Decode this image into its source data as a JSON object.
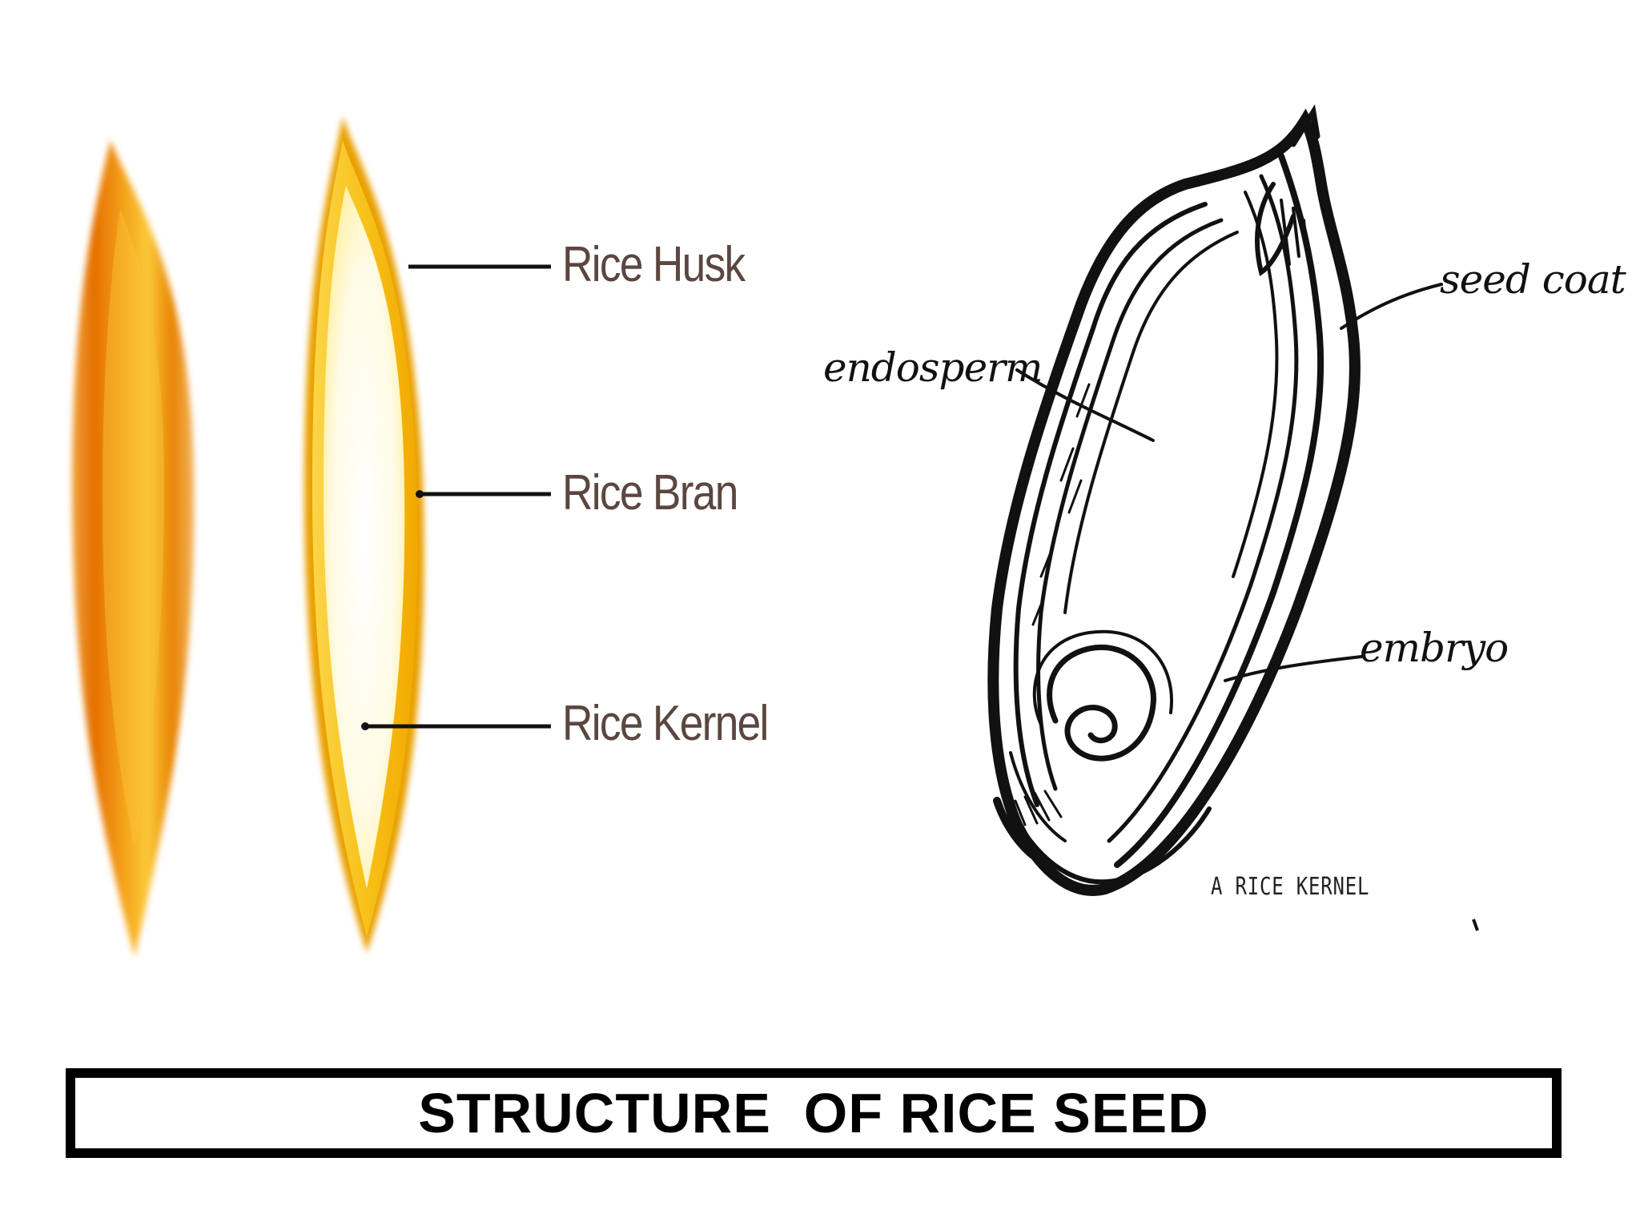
{
  "title": "STRUCTURE  OF RICE SEED",
  "left_diagram": {
    "labels": {
      "husk": "Rice Husk",
      "bran": "Rice Bran",
      "kernel": "Rice Kernel"
    },
    "colors": {
      "husk_outer": "#e07a00",
      "husk_mid": "#f4a51c",
      "bran": "#f7c51a",
      "kernel": "#fff8dc"
    }
  },
  "right_diagram": {
    "labels": {
      "seed_coat": "seed coat",
      "endosperm": "endosperm",
      "embryo": "embryo"
    },
    "caption": "A RICE KERNEL"
  }
}
